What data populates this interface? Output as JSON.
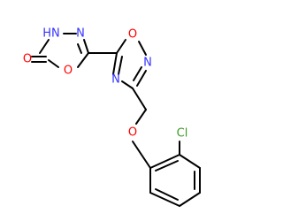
{
  "colors": {
    "bond": "#000000",
    "nitrogen": "#3333ff",
    "oxygen": "#ff0000",
    "chlorine": "#3d9a28",
    "hydrogen": "#3333ff"
  },
  "atoms": {
    "nh": "HN",
    "n_oxadiazolone_top": "N",
    "o_carbonyl": "O",
    "o_oxadiazolone_ring": "O",
    "o_oxadiazole_ring": "O",
    "n_oxadiazole_right": "N",
    "n_oxadiazole_bottom": "N",
    "o_ether": "O",
    "cl": "Cl"
  }
}
